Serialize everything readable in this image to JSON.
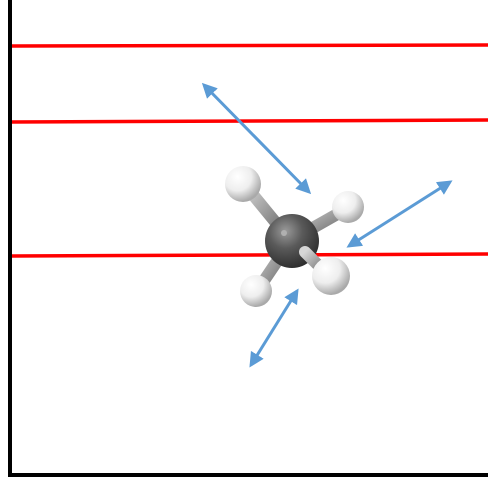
{
  "colors": {
    "background": "#ffffff",
    "axis": "#000000",
    "level_line": "#ff0000",
    "arrow": "#5b9bd5",
    "carbon_atom": "#4d4d4d",
    "hydrogen_atom": "#eeeeee",
    "bond": "#6a6a6a"
  },
  "diagram": {
    "level_line_count": 3,
    "molecule": {
      "central_atom": "C",
      "bonded_atoms": [
        "H",
        "H",
        "H",
        "H"
      ]
    },
    "arrows": {
      "style": "double-headed",
      "count": 3
    }
  }
}
